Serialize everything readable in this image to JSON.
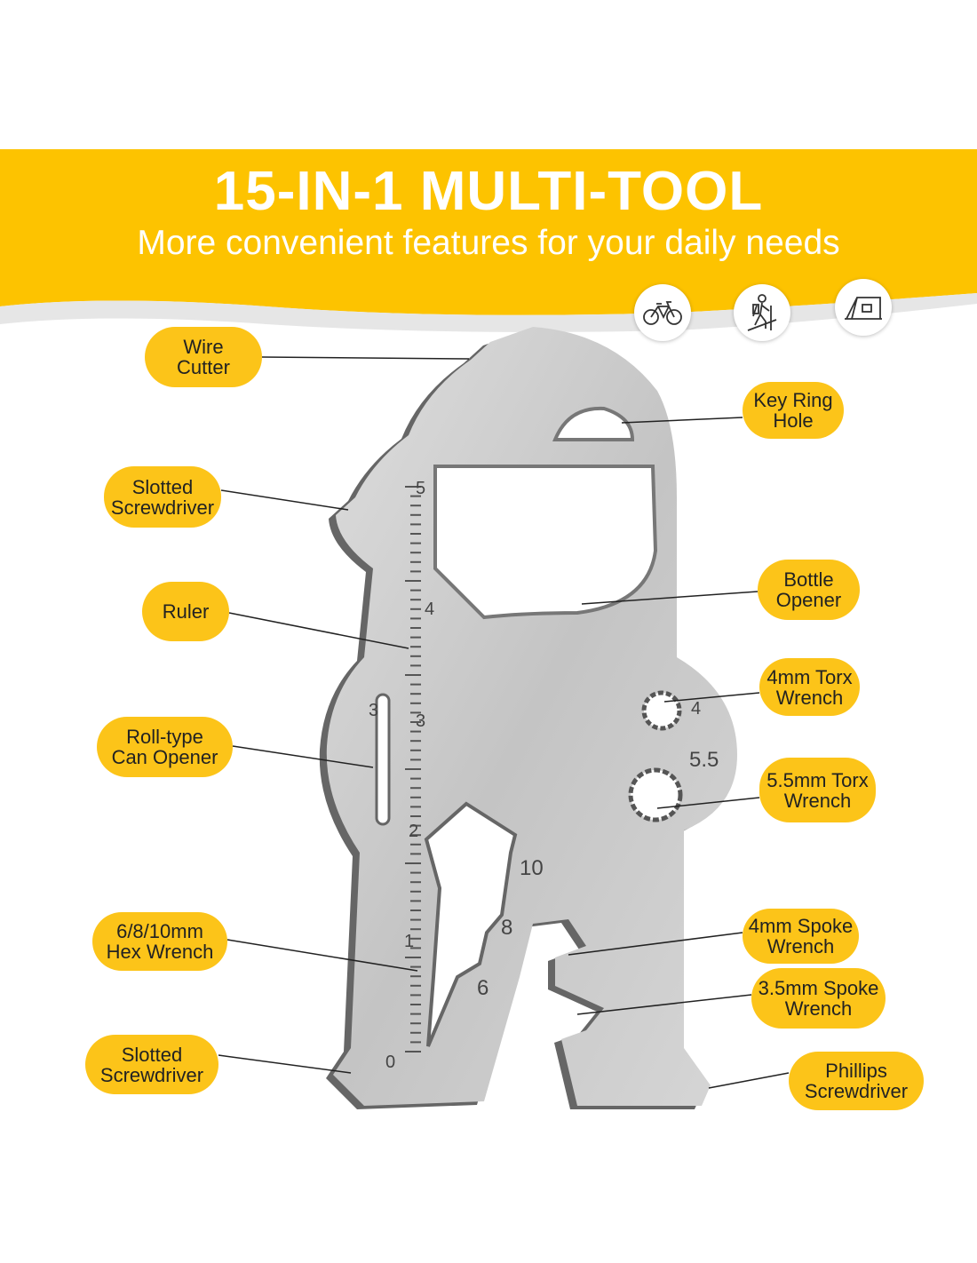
{
  "header": {
    "title": "15-IN-1 MULTI-TOOL",
    "subtitle": "More convenient features for your daily needs"
  },
  "activity_icons": [
    "bicycle-icon",
    "hiking-icon",
    "tent-icon"
  ],
  "colors": {
    "banner": "#fdc300",
    "pill": "#fcc419",
    "steel": "#c9c9c9"
  },
  "callouts": [
    {
      "line1": "Wire",
      "line2": "Cutter"
    },
    {
      "line1": "Key Ring",
      "line2": "Hole"
    },
    {
      "line1": "Slotted",
      "line2": "Screwdriver"
    },
    {
      "line1": "Ruler",
      "line2": ""
    },
    {
      "line1": "Bottle",
      "line2": "Opener"
    },
    {
      "line1": "4mm Torx",
      "line2": "Wrench"
    },
    {
      "line1": "Roll-type",
      "line2": "Can Opener"
    },
    {
      "line1": "5.5mm Torx",
      "line2": "Wrench"
    },
    {
      "line1": "6/8/10mm",
      "line2": "Hex Wrench"
    },
    {
      "line1": "4mm Spoke",
      "line2": "Wrench"
    },
    {
      "line1": "3.5mm Spoke",
      "line2": "Wrench"
    },
    {
      "line1": "Slotted",
      "line2": "Screwdriver"
    },
    {
      "line1": "Phillips",
      "line2": "Screwdriver"
    }
  ],
  "tool_markings": {
    "ruler": [
      "5",
      "4",
      "3",
      "2",
      "1",
      "0"
    ],
    "slot": "3",
    "torx_small": "4",
    "torx_large": "5.5",
    "hex": [
      "10",
      "8",
      "6"
    ]
  }
}
